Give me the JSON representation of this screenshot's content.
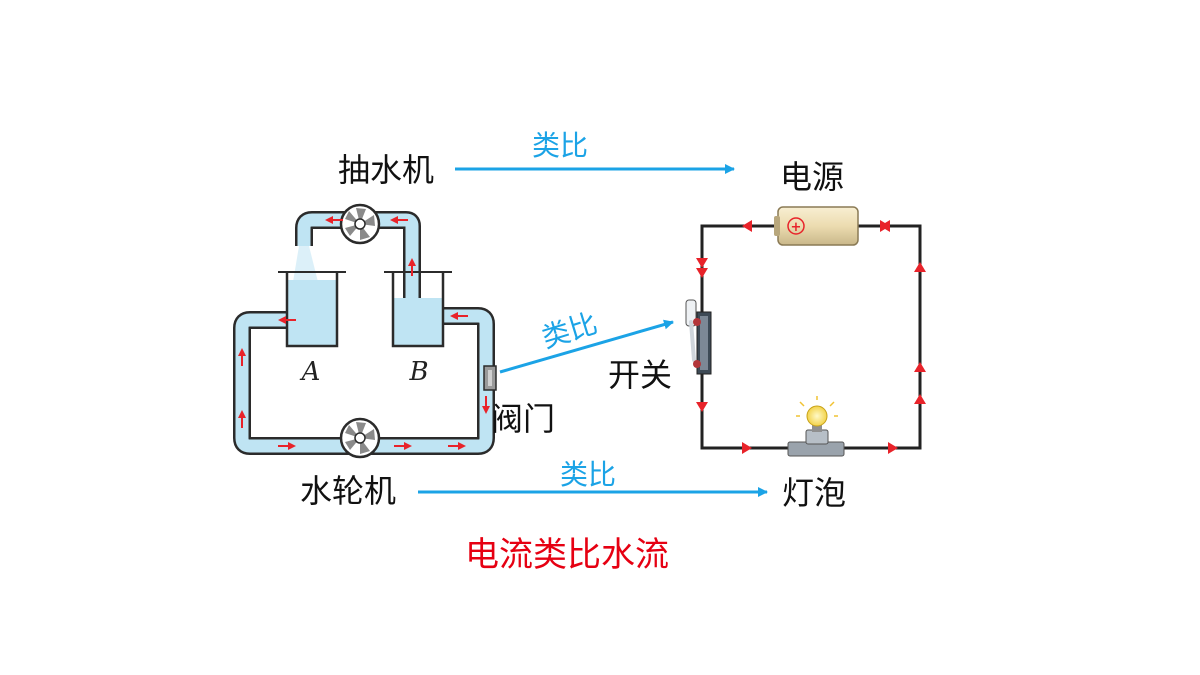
{
  "labels": {
    "pump": "抽水机",
    "power_source": "电源",
    "switch": "开关",
    "valve": "阀门",
    "turbine": "水轮机",
    "bulb": "灯泡",
    "tank_a": "A",
    "tank_b": "B",
    "analogy_top": "类比",
    "analogy_middle": "类比",
    "analogy_bottom": "类比",
    "caption": "电流类比水流",
    "battery_plus": "+"
  },
  "colors": {
    "arrow_blue": "#1ba3e6",
    "flow_red": "#e8232a",
    "caption_red": "#e60012",
    "water": "#bfe4f3",
    "pipe_outline": "#2b2b2b",
    "wire": "#222222",
    "battery": "#efe1b8"
  }
}
